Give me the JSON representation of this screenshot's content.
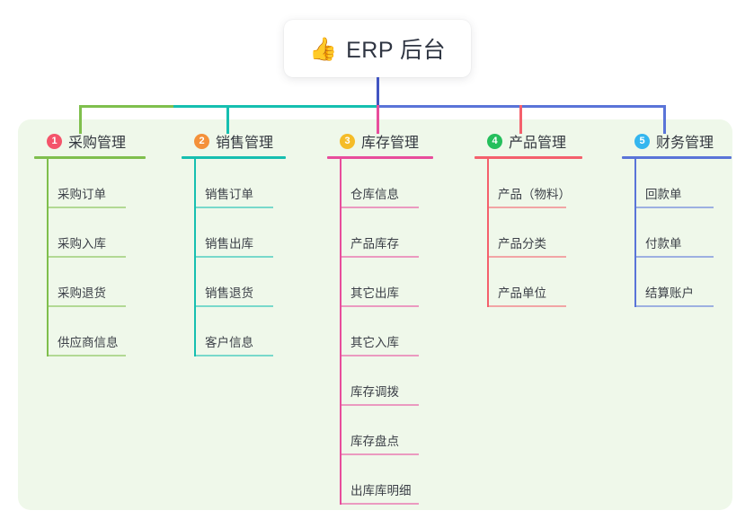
{
  "root": {
    "icon": "thumbs-up-icon",
    "emoji": "👍",
    "title": "ERP 后台"
  },
  "colors": {
    "panel_bg": "#eff8ea",
    "root_text": "#2f3542",
    "center_connector": "#4255c2",
    "columns": [
      {
        "line": "#7fbf4d",
        "badge": "#f4546a",
        "drop": "#7fbf4d"
      },
      {
        "line": "#16bfb0",
        "badge": "#f4913a",
        "drop": "#16bfb0"
      },
      {
        "line": "#e84d9c",
        "badge": "#f5bc28",
        "drop": "#e84d9c"
      },
      {
        "line": "#f4606c",
        "badge": "#25bf5c",
        "drop": "#f4606c"
      },
      {
        "line": "#5a74d8",
        "badge": "#34b6ef",
        "drop": "#5a74d8"
      }
    ],
    "item_rule_opacity": "0.55"
  },
  "columns": [
    {
      "number": "1",
      "title": "采购管理",
      "items": [
        "采购订单",
        "采购入库",
        "采购退货",
        "供应商信息"
      ]
    },
    {
      "number": "2",
      "title": "销售管理",
      "items": [
        "销售订单",
        "销售出库",
        "销售退货",
        "客户信息"
      ]
    },
    {
      "number": "3",
      "title": "库存管理",
      "items": [
        "仓库信息",
        "产品库存",
        "其它出库",
        "其它入库",
        "库存调拨",
        "库存盘点",
        "出库库明细"
      ]
    },
    {
      "number": "4",
      "title": "产品管理",
      "items": [
        "产品（物料）",
        "产品分类",
        "产品单位"
      ]
    },
    {
      "number": "5",
      "title": "财务管理",
      "items": [
        "回款单",
        "付款单",
        "结算账户"
      ]
    }
  ]
}
